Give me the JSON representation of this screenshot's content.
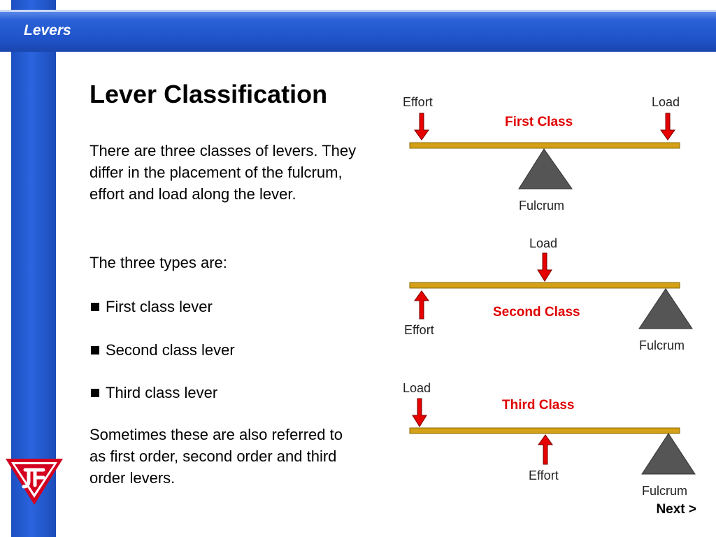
{
  "header": {
    "title": "Levers"
  },
  "slide": {
    "title": "Lever Classification",
    "intro": "There are three classes of levers. They differ in the placement of the fulcrum, effort and load along the lever.",
    "types_intro": "The three types are:",
    "bullets": [
      "First class lever",
      "Second class lever",
      "Third class lever"
    ],
    "closing": "Sometimes these are also referred to as first order, second order and third order levers."
  },
  "diagram": {
    "first": {
      "class_label": "First Class",
      "effort": "Effort",
      "load": "Load",
      "fulcrum": "Fulcrum"
    },
    "second": {
      "class_label": "Second Class",
      "effort": "Effort",
      "load": "Load",
      "fulcrum": "Fulcrum"
    },
    "third": {
      "class_label": "Third Class",
      "effort": "Effort",
      "load": "Load",
      "fulcrum": "Fulcrum"
    },
    "colors": {
      "beam": "#d4a017",
      "arrow": "#e60000",
      "fulcrum": "#555555",
      "class_text": "#e00000"
    }
  },
  "nav": {
    "next": "Next >"
  }
}
